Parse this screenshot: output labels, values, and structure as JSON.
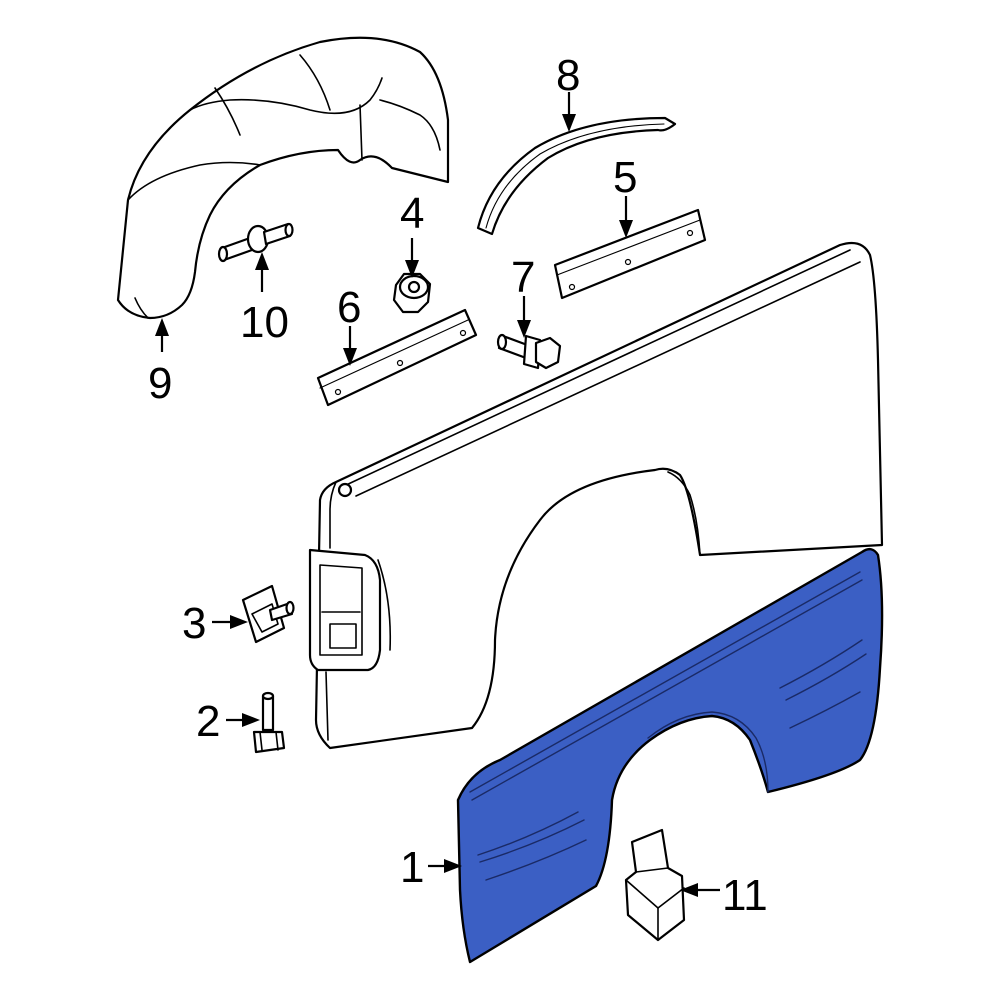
{
  "colors": {
    "highlight": "#3b5fc4",
    "line": "#000000",
    "background": "#ffffff"
  },
  "callouts": {
    "c1": "1",
    "c2": "2",
    "c3": "3",
    "c4": "4",
    "c5": "5",
    "c6": "6",
    "c7": "7",
    "c8": "8",
    "c9": "9",
    "c10": "10",
    "c11": "11"
  }
}
